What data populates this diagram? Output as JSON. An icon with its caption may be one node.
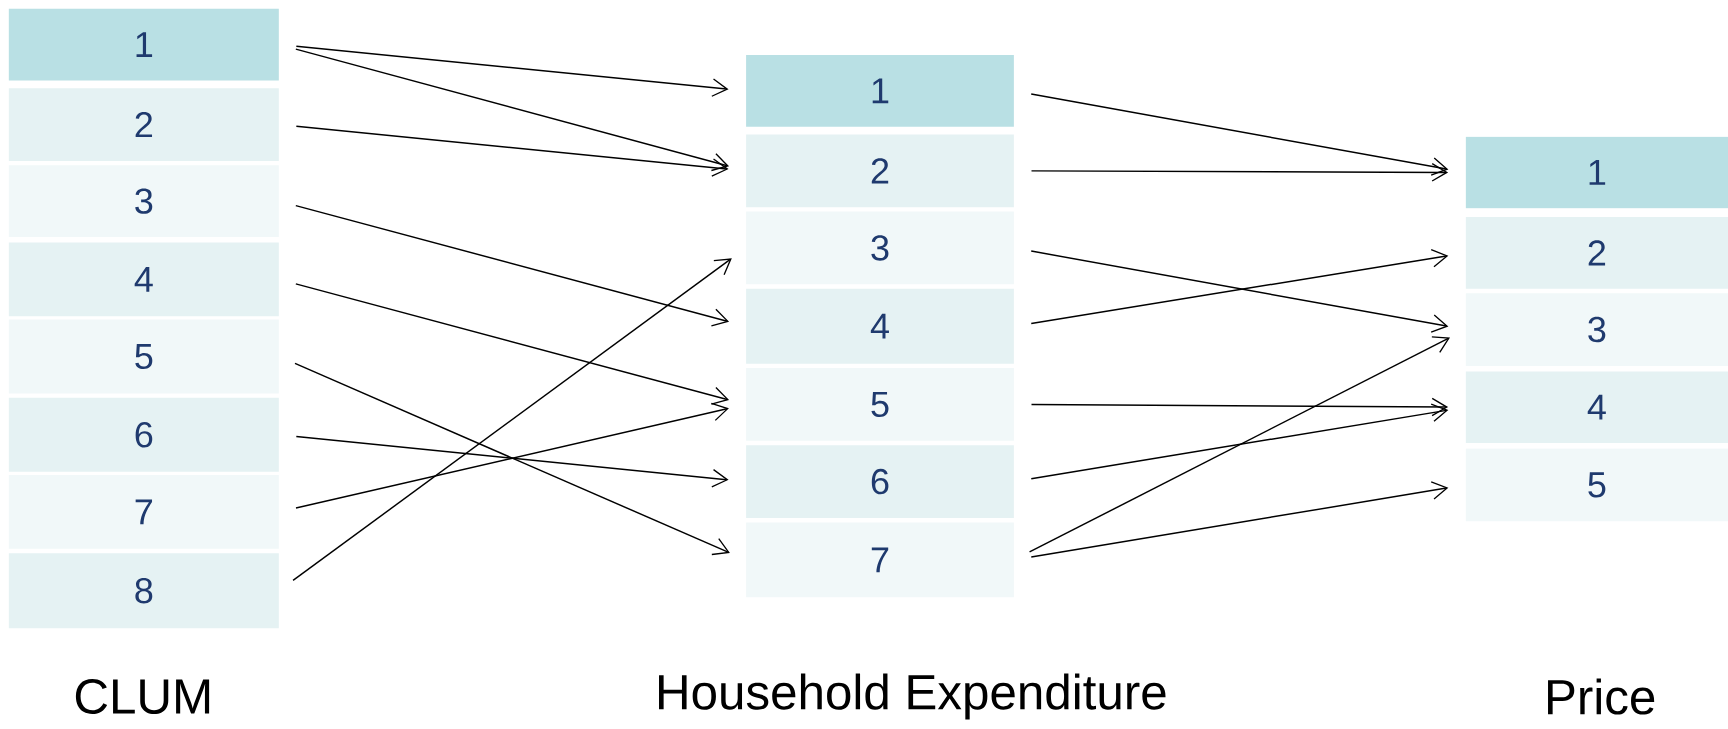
{
  "diagram": {
    "nodes": [
      {
        "text": [
          "1"
        ]
      },
      {
        "text": [
          "2"
        ]
      },
      {
        "text": [
          "3"
        ]
      },
      {
        "text": [
          "4"
        ]
      },
      {
        "text": [
          "5"
        ]
      },
      {
        "text": [
          "6"
        ]
      },
      {
        "text": [
          "7"
        ]
      },
      {
        "text": [
          "8"
        ]
      },
      {
        "text": [
          "1"
        ]
      },
      {
        "text": [
          "2"
        ]
      },
      {
        "text": [
          "3"
        ]
      },
      {
        "text": [
          "4"
        ]
      },
      {
        "text": [
          "5"
        ]
      },
      {
        "text": [
          "6"
        ]
      },
      {
        "text": [
          "7"
        ]
      },
      {
        "text": [
          "1"
        ]
      },
      {
        "text": [
          "2"
        ]
      },
      {
        "text": [
          "3"
        ]
      },
      {
        "text": [
          "4"
        ]
      },
      {
        "text": [
          "5"
        ]
      }
    ],
    "edges": [
      {
        "from": 0,
        "to": 8,
        "arrow": "to"
      },
      {
        "from": 0,
        "to": 9,
        "arrow": "to"
      },
      {
        "from": 1,
        "to": 9,
        "arrow": "to"
      },
      {
        "from": 2,
        "to": 11,
        "arrow": "to"
      },
      {
        "from": 3,
        "to": 12,
        "arrow": "to"
      },
      {
        "from": 4,
        "to": 14,
        "arrow": "to"
      },
      {
        "from": 5,
        "to": 13,
        "arrow": "to"
      },
      {
        "from": 6,
        "to": 12,
        "arrow": "to"
      },
      {
        "from": 7,
        "to": 10,
        "arrow": "to"
      },
      {
        "from": 8,
        "to": 15,
        "arrow": "to"
      },
      {
        "from": 9,
        "to": 15,
        "arrow": "to"
      },
      {
        "from": 10,
        "to": 17,
        "arrow": "to"
      },
      {
        "from": 11,
        "to": 16,
        "arrow": "to"
      },
      {
        "from": 12,
        "to": 18,
        "arrow": "to"
      },
      {
        "from": 13,
        "to": 18,
        "arrow": "to"
      },
      {
        "from": 14,
        "to": 17,
        "arrow": "to"
      },
      {
        "from": 14,
        "to": 19,
        "arrow": "to"
      }
    ],
    "labels": [
      "CLUM",
      "Household Expenditure",
      "Price"
    ]
  }
}
